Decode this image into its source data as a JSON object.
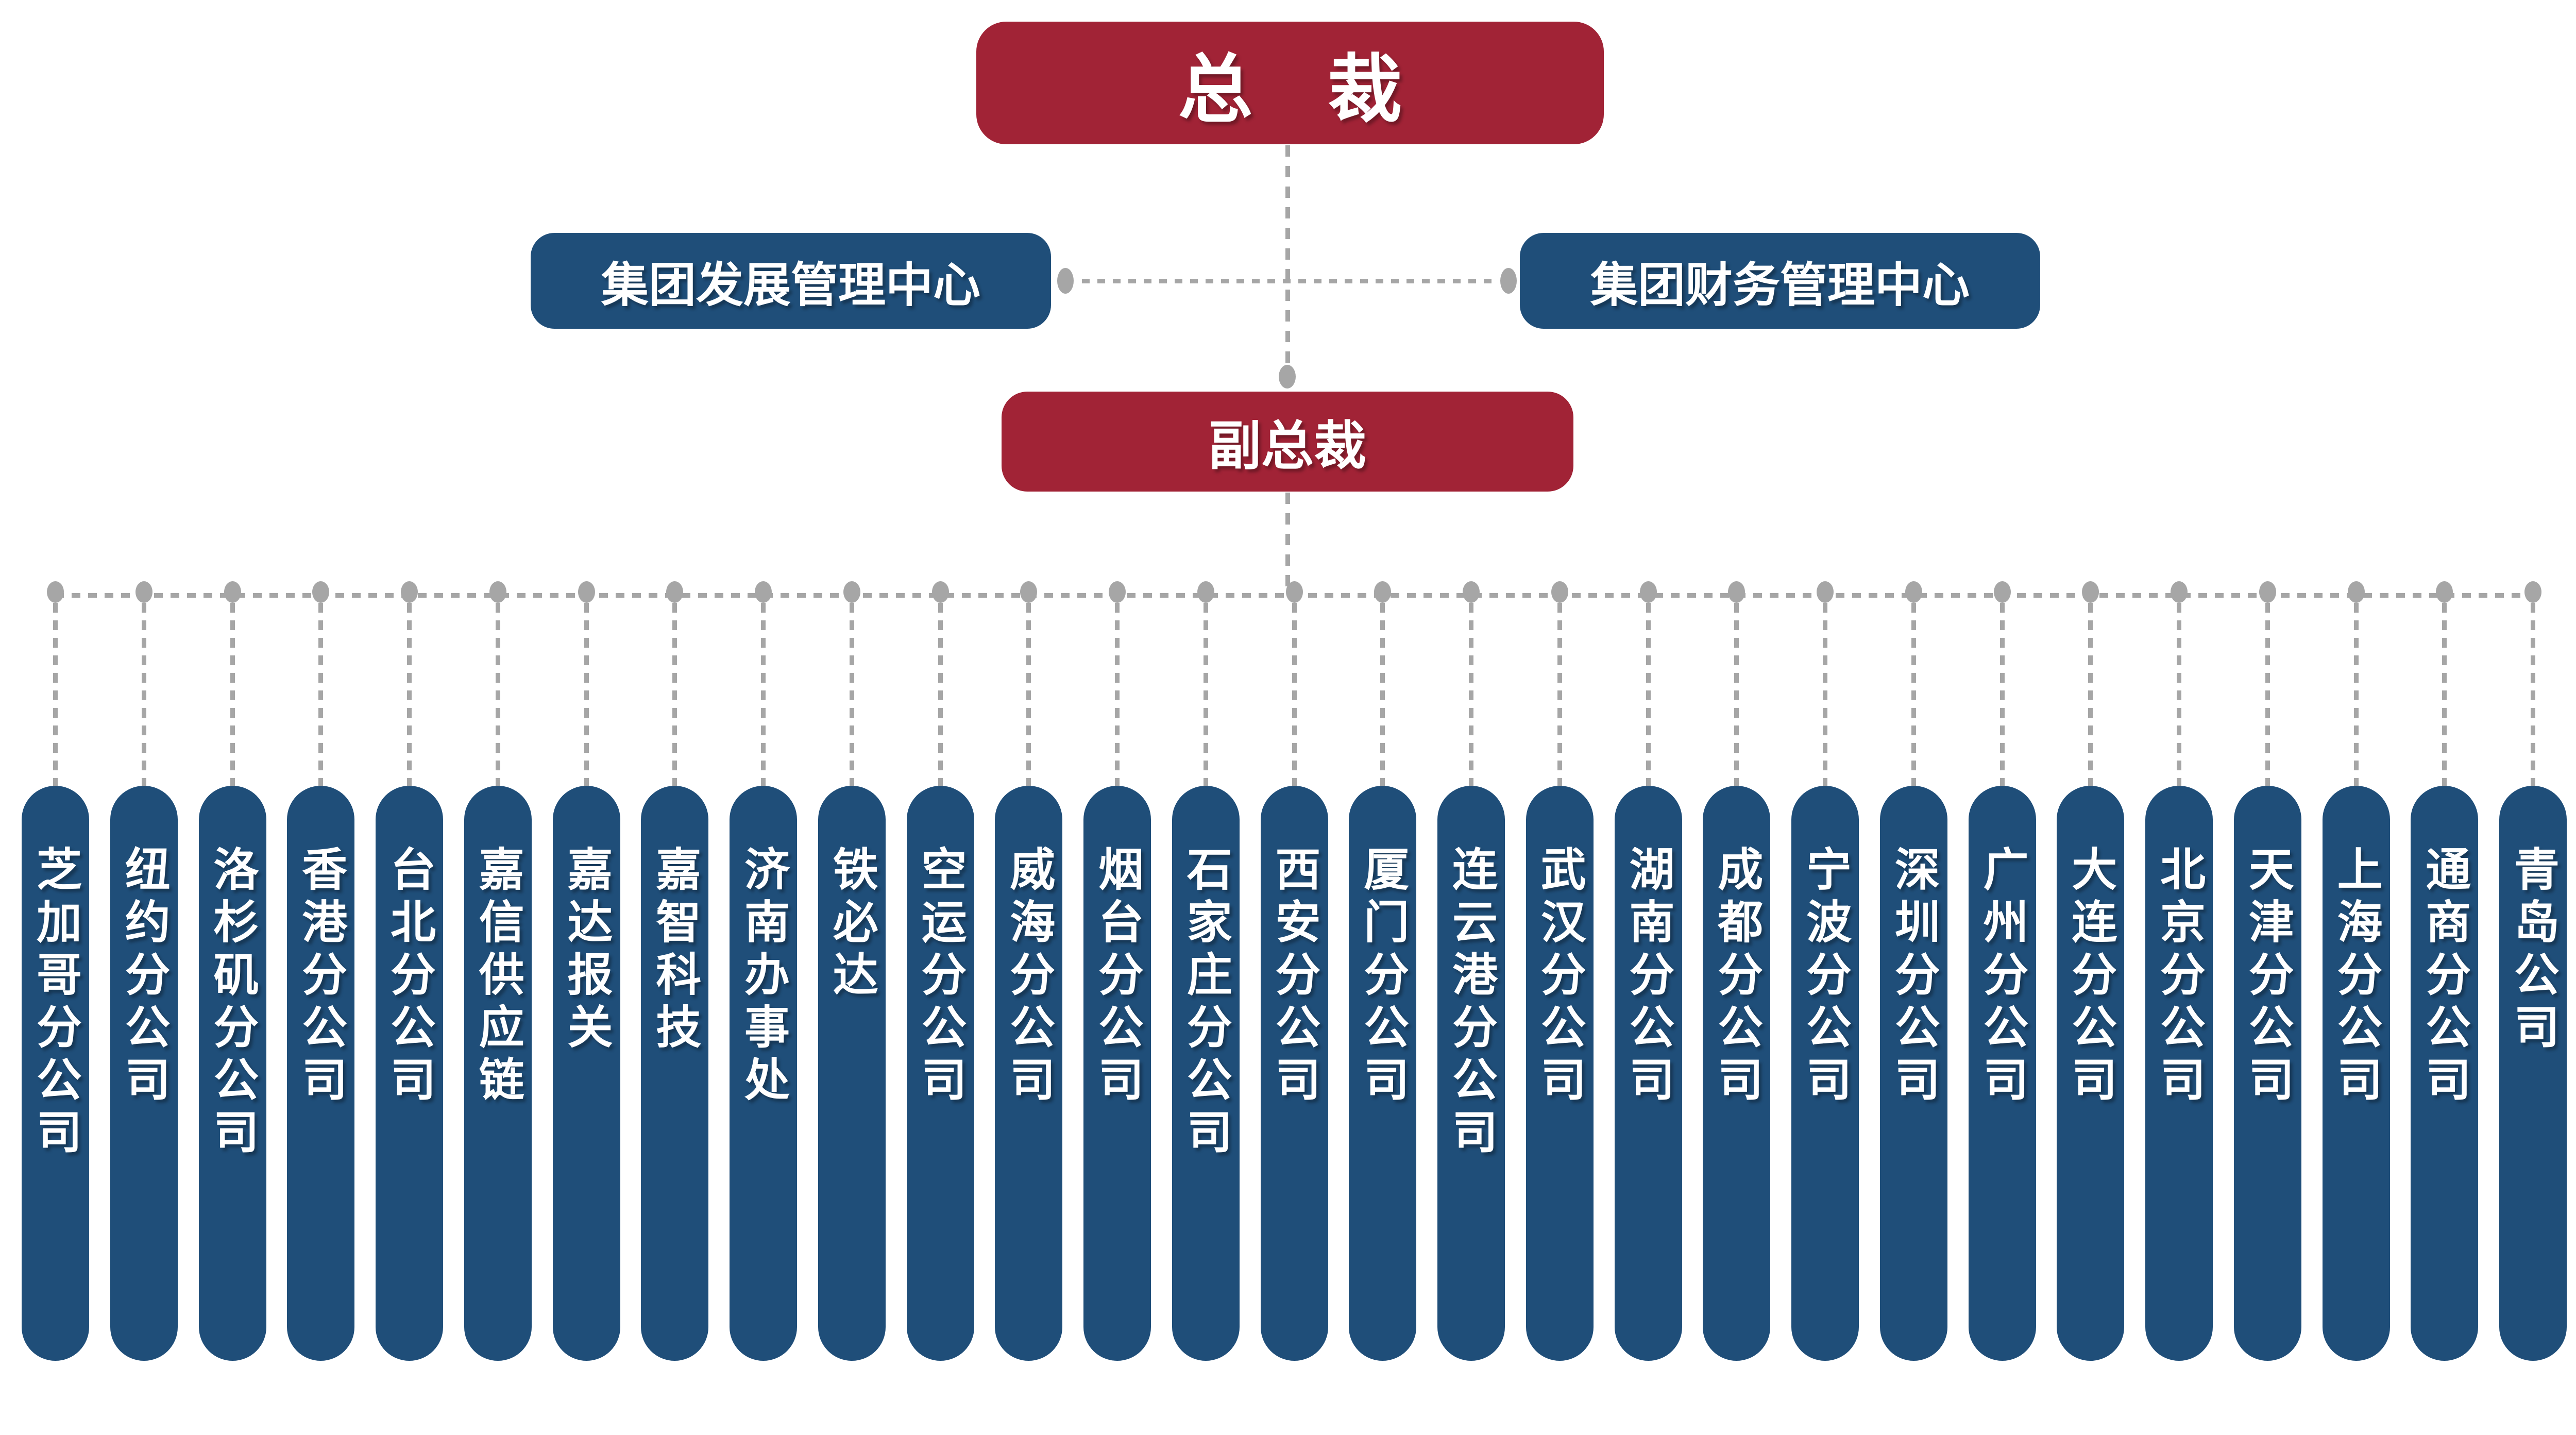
{
  "colors": {
    "primary_red": "#A12336",
    "primary_blue": "#1F4E79",
    "connector_gray": "#A6A6A6",
    "text_white": "#FFFFFF"
  },
  "nodes": {
    "ceo": {
      "label": "总　裁"
    },
    "dev_center": {
      "label": "集团发展管理中心"
    },
    "finance_center": {
      "label": "集团财务管理中心"
    },
    "vp": {
      "label": "副总裁"
    }
  },
  "branches": [
    {
      "label": "芝加哥分公司"
    },
    {
      "label": "纽约分公司"
    },
    {
      "label": "洛杉矶分公司"
    },
    {
      "label": "香港分公司"
    },
    {
      "label": "台北分公司"
    },
    {
      "label": "嘉信供应链"
    },
    {
      "label": "嘉达报关"
    },
    {
      "label": "嘉智科技"
    },
    {
      "label": "济南办事处"
    },
    {
      "label": "铁必达"
    },
    {
      "label": "空运分公司"
    },
    {
      "label": "威海分公司"
    },
    {
      "label": "烟台分公司"
    },
    {
      "label": "石家庄分公司"
    },
    {
      "label": "西安分公司"
    },
    {
      "label": "厦门分公司"
    },
    {
      "label": "连云港分公司"
    },
    {
      "label": "武汉分公司"
    },
    {
      "label": "湖南分公司"
    },
    {
      "label": "成都分公司"
    },
    {
      "label": "宁波分公司"
    },
    {
      "label": "深圳分公司"
    },
    {
      "label": "广州分公司"
    },
    {
      "label": "大连分公司"
    },
    {
      "label": "北京分公司"
    },
    {
      "label": "天津分公司"
    },
    {
      "label": "上海分公司"
    },
    {
      "label": "通商分公司"
    },
    {
      "label": "青岛公司"
    }
  ]
}
